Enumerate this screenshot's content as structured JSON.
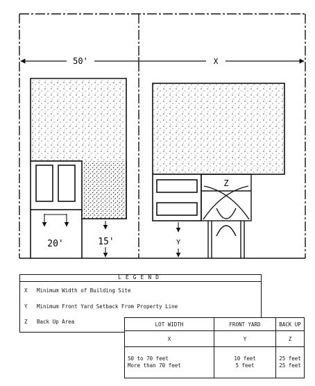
{
  "dimensions": {
    "lot_width_left": "50'",
    "lot_width_right": "X",
    "backup_label": "Z",
    "setback_right": "Y",
    "drive_width": "20'",
    "setback_left": "15'"
  },
  "legend": {
    "title": "LEGEND",
    "items": [
      {
        "key": "X",
        "text": "Minimum Width of Building Site"
      },
      {
        "key": "Y",
        "text": "Minimum Front Yard Setback From Property Line"
      },
      {
        "key": "Z",
        "text": "Back Up Area"
      }
    ]
  },
  "table": {
    "headers": [
      "LOT WIDTH",
      "FRONT YARD",
      "BACK UP"
    ],
    "symbols": [
      "X",
      "Y",
      "Z"
    ],
    "rows": [
      [
        "50 to 70 feet",
        "10 feet",
        "25 feet"
      ],
      [
        "More than 70 feet",
        "5 feet",
        "25 feet"
      ]
    ]
  }
}
